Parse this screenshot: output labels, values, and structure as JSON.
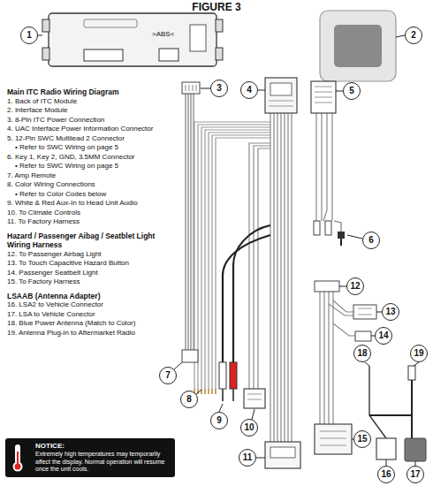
{
  "diagram": {
    "title": "FIGURE 3",
    "nodes": [
      {
        "text": [
          "1"
        ]
      },
      {
        "text": [
          "2"
        ]
      },
      {
        "text": [
          "3"
        ]
      },
      {
        "text": [
          "4"
        ]
      },
      {
        "text": [
          "5"
        ]
      },
      {
        "text": [
          "6"
        ]
      },
      {
        "text": [
          "7"
        ]
      },
      {
        "text": [
          "8"
        ]
      },
      {
        "text": [
          "9"
        ]
      },
      {
        "text": [
          "10"
        ]
      },
      {
        "text": [
          "11"
        ]
      },
      {
        "text": [
          "12"
        ]
      },
      {
        "text": [
          "13"
        ]
      },
      {
        "text": [
          "14"
        ]
      },
      {
        "text": [
          "15"
        ]
      },
      {
        "text": [
          "16"
        ]
      },
      {
        "text": [
          "17"
        ]
      },
      {
        "text": [
          "18"
        ]
      },
      {
        "text": [
          "19"
        ]
      },
      {
        "text": [
          "NOTICE:",
          "Extremely high temperatures may temporarily affect the display. Normal operation will resume once the unit cools."
        ]
      }
    ],
    "labels": [
      "Main ITC Radio Wiring Diagram",
      "1. Back of ITC Module",
      "2. Interface Module",
      "3. 8-Pin ITC Power Connection",
      "4. UAC Interface Power Information Connector",
      "5. 12-Pin SWC Multilead 2 Connector",
      "• Refer to SWC Wiring on page 5",
      "6. Key 1, Key 2, GND, 3.5MM Connector",
      "• Refer to SWC Wiring on page 5",
      "7. Amp Remote",
      "8. Color Wiring Connections",
      "• Refer to Color Codes below",
      "9. White & Red Aux-In to Head Unit Audio",
      "10. To Climate Controls",
      "11. To Factory Harness",
      "Hazard / Passenger Aibag / Seatblet Light Wiring Harness",
      "12. To Passenger Airbag Light",
      "13. To Touch Capacitive Hazard Button",
      "14. Passenger Seatbelt Light",
      "15. To Factory Harness",
      "LSAAB (Antenna Adapter)",
      "16. LSA2 to Vehicle Connector",
      "17. LSA to Vehicle Conector",
      "18. Blue Power Antenna (Match to Color)",
      "19. Antenna Plug-in to Aftermarket Radio",
      ">ABS<"
    ]
  }
}
